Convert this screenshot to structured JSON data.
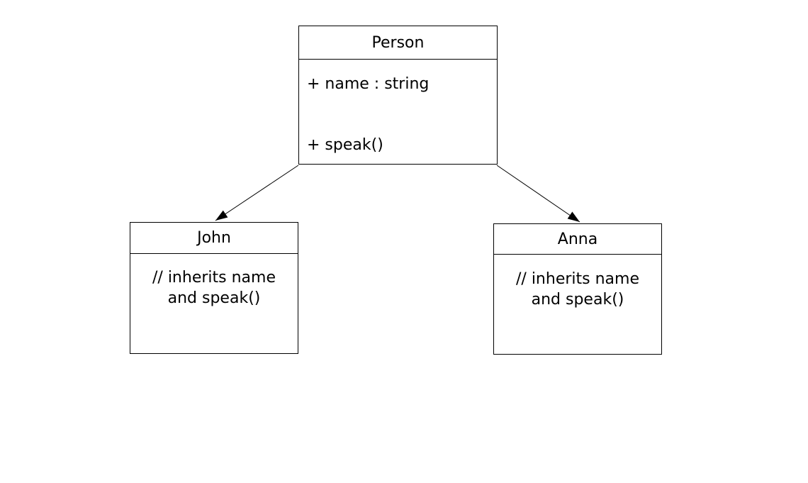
{
  "diagram": {
    "type": "uml-class-inheritance-diagram",
    "background_color": "#ffffff",
    "line_color": "#000000",
    "text_color": "#000000",
    "nodes": [
      {
        "id": "person",
        "title": "Person",
        "attribute": "+ name : string",
        "method": "+ speak()"
      },
      {
        "id": "john",
        "title": "John",
        "note_line1": "// inherits name",
        "note_line2": "and speak()"
      },
      {
        "id": "anna",
        "title": "Anna",
        "note_line1": "// inherits name",
        "note_line2": "and speak()"
      }
    ],
    "edges": [
      {
        "from": "person",
        "to": "john",
        "style": "solid-filled-arrow"
      },
      {
        "from": "person",
        "to": "anna",
        "style": "solid-filled-arrow"
      }
    ]
  }
}
